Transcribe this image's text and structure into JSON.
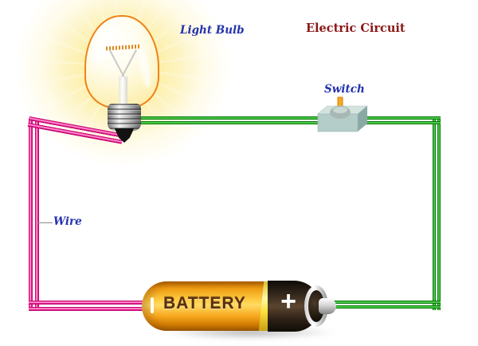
{
  "title": {
    "text": "Electric Circuit"
  },
  "labels": {
    "light_bulb": "Light Bulb",
    "switch": "Switch",
    "wire": "Wire"
  },
  "battery": {
    "label": "BATTERY",
    "minus_mark": "|",
    "plus_mark": "+"
  },
  "components": [
    "light-bulb",
    "switch",
    "battery",
    "wires"
  ],
  "colors": {
    "label_blue": "#2433ae",
    "title_maroon": "#8b1818",
    "wire_pink": "#e0107e",
    "wire_green": "#1f9a1f",
    "battery_orange": "#f7a81f",
    "battery_dark_section": "#2d2116",
    "battery_text_brown": "#5b2f0e",
    "switch_body_teal": "#b5cdc9",
    "switch_lever_orange": "#f7a823",
    "bulb_glow_yellow": "#fdefa2",
    "bulb_outline_orange": "#ef8318"
  }
}
